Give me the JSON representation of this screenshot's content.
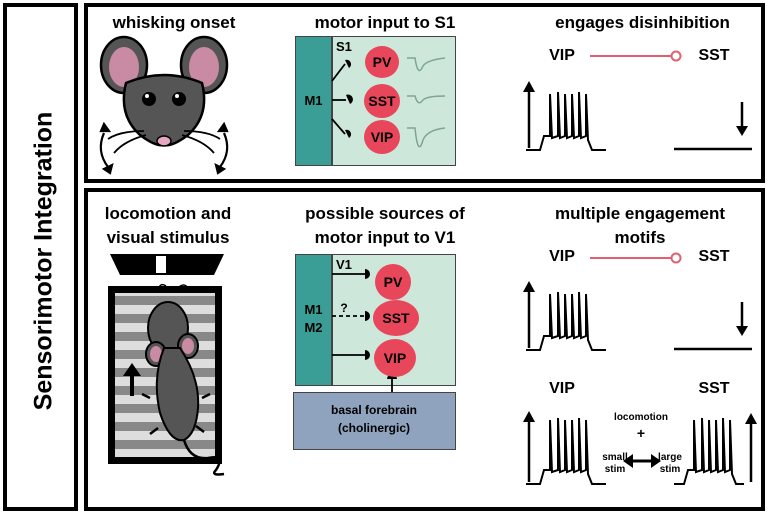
{
  "side_title": "Sensorimotor Integration",
  "top": {
    "whisking_title": "whisking onset",
    "motor_title": "motor input to S1",
    "disinhibition_title": "engages disinhibition",
    "region_label": "S1",
    "motor_label": "M1",
    "cells": [
      "PV",
      "SST",
      "VIP"
    ],
    "vip_label": "VIP",
    "sst_label": "SST"
  },
  "bottom": {
    "locomotion_title_line1": "locomotion and",
    "locomotion_title_line2": "visual stimulus",
    "sources_title_line1": "possible sources of",
    "sources_title_line2": "motor input to V1",
    "region_label": "V1",
    "motor_label_1": "M1",
    "motor_label_2": "M2",
    "question_mark": "?",
    "cells": [
      "PV",
      "SST",
      "VIP"
    ],
    "forebrain_line1": "basal forebrain",
    "forebrain_line2": "(cholinergic)",
    "motifs_title_line1": "multiple engagement",
    "motifs_title_line2": "motifs",
    "vip_label": "VIP",
    "sst_label": "SST",
    "vip_label_2": "VIP",
    "sst_label_2": "SST",
    "locomotion_label": "locomotion",
    "plus_sign": "+",
    "small_stim_1": "small",
    "small_stim_2": "stim",
    "large_stim_1": "large",
    "large_stim_2": "stim"
  },
  "colors": {
    "teal": "#3a9e96",
    "mint": "#cde8db",
    "cell_red": "#e8465a",
    "forebrain_blue": "#8fa2be",
    "inhibit_line": "#e06070",
    "mouse_gray": "#555555",
    "ear_pink": "#c98aa3"
  }
}
